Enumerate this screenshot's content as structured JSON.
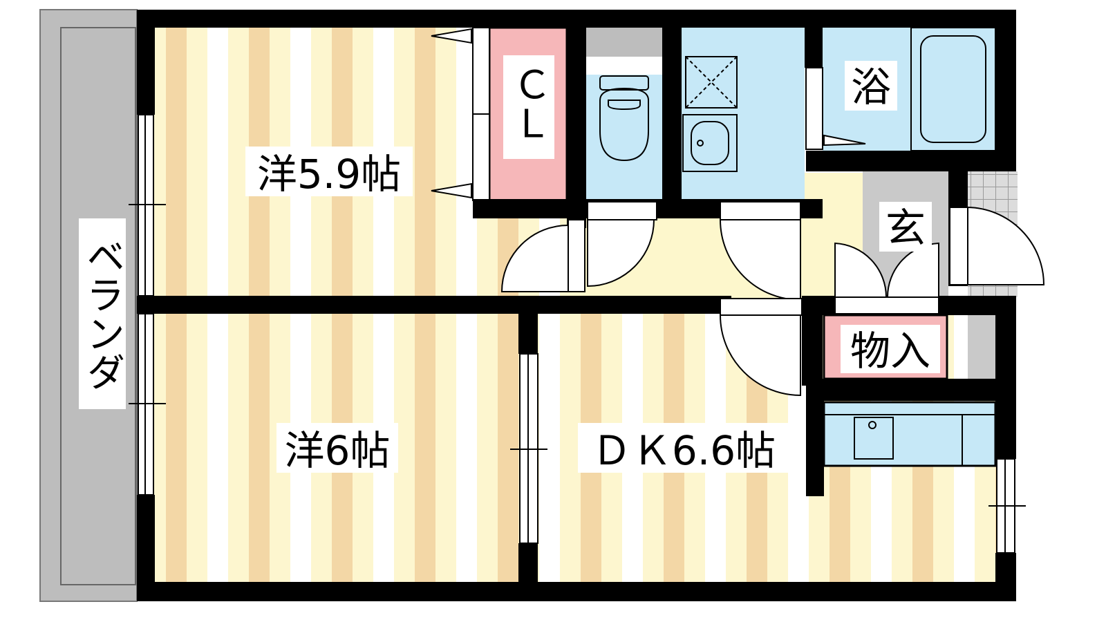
{
  "rooms": {
    "western_1": "洋5.9帖",
    "western_2": "洋6帖",
    "dining_kitchen": "ＤＫ6.6帖",
    "closet": "ＣＬ",
    "bath": "浴",
    "entrance": "玄",
    "storage": "物入",
    "veranda": "ベランダ"
  },
  "colors": {
    "wall": "#000000",
    "floor_light": "#fdf6cf",
    "floor_stripe": "#f3d7a6",
    "wet_area": "#c6e8f7",
    "closet_pink": "#f6b7b9",
    "veranda_gray": "#bdbdbd",
    "entrance_gray": "#c9c9c9",
    "hall_yellow": "#fdf7cc"
  }
}
